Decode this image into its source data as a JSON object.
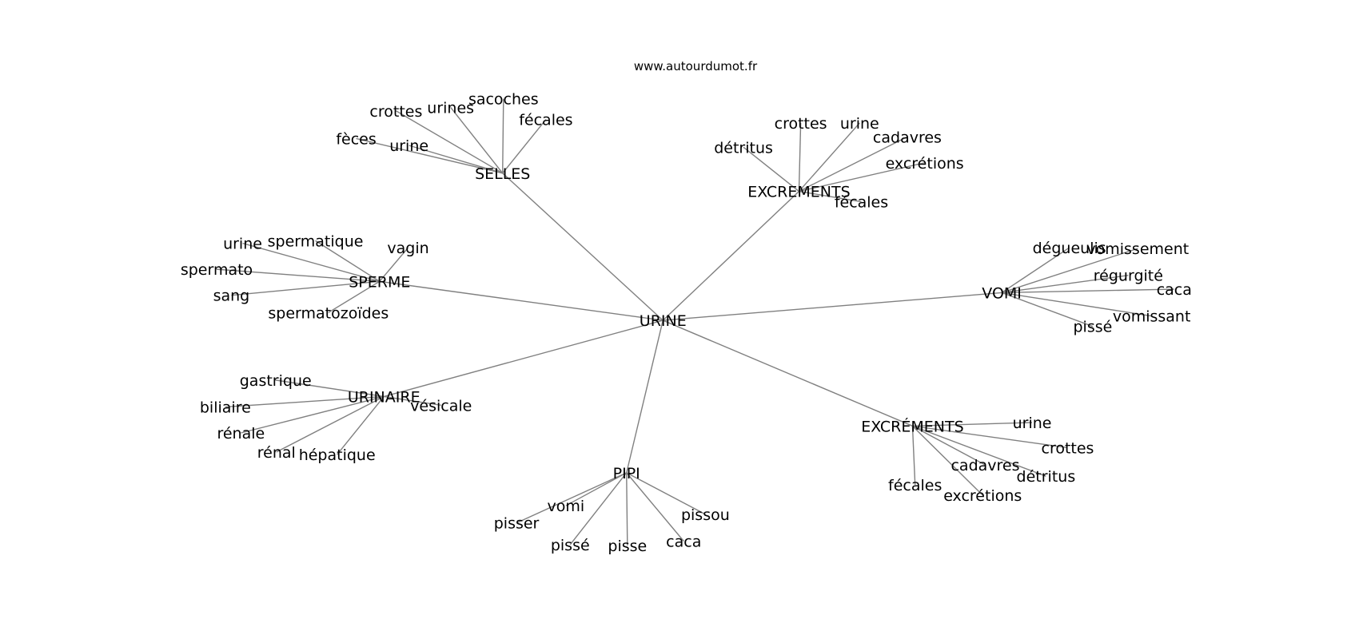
{
  "title": "www.autourdumot.fr",
  "center": "URINE",
  "clusters": [
    {
      "label": "SELLES",
      "leaves": [
        "fèces",
        "urine",
        "crottes",
        "urines",
        "sacoches",
        "fécales"
      ]
    },
    {
      "label": "EXCREMENTS",
      "leaves": [
        "détritus",
        "crottes",
        "urine",
        "cadavres",
        "excrétions",
        "fécales"
      ]
    },
    {
      "label": "SPERME",
      "leaves": [
        "urine",
        "spermatique",
        "vagin",
        "spermato",
        "sang",
        "spermatozoïdes"
      ]
    },
    {
      "label": "VOMI",
      "leaves": [
        "dégueulis",
        "vomissement",
        "régurgité",
        "caca",
        "vomissant",
        "pissé"
      ]
    },
    {
      "label": "URINAIRE",
      "leaves": [
        "gastrique",
        "biliaire",
        "rénale",
        "rénal",
        "hépatique",
        "vésicale"
      ]
    },
    {
      "label": "PIPI",
      "leaves": [
        "vomi",
        "pisser",
        "pissé",
        "pisse",
        "caca",
        "pissou"
      ]
    },
    {
      "label": "EXCRÉMENTS",
      "leaves": [
        "urine",
        "crottes",
        "cadavres",
        "détritus",
        "fécales",
        "excrétions"
      ]
    }
  ]
}
